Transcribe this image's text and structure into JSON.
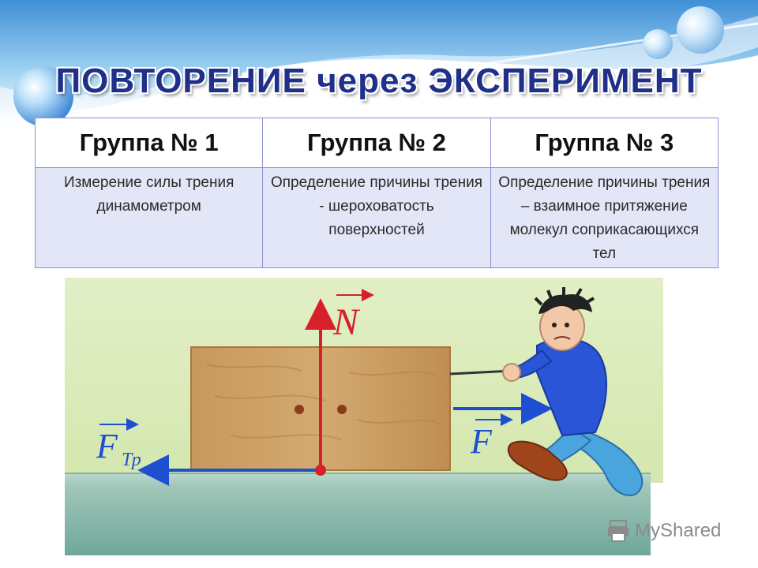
{
  "slide": {
    "title": "ПОВТОРЕНИЕ через ЭКСПЕРИМЕНТ",
    "accent_color": "#1f2f8a"
  },
  "table": {
    "headers": [
      "Группа № 1",
      "Группа № 2",
      "Группа № 3"
    ],
    "cells": [
      "Измерение силы трения динамометром",
      "Определение причины трения - шероховатость поверхностей",
      "Определение причины трения – взаимное притяжение молекул соприкасающихся тел"
    ]
  },
  "illustration": {
    "labels": {
      "normal_force": "N",
      "friction_force_main": "F",
      "friction_force_sub": "Тр",
      "pull_force": "F"
    },
    "icons": [
      "wooden-block",
      "person-pulling",
      "force-arrow"
    ]
  },
  "watermark": {
    "brand": "MyShared",
    "icon": "printer-icon"
  }
}
